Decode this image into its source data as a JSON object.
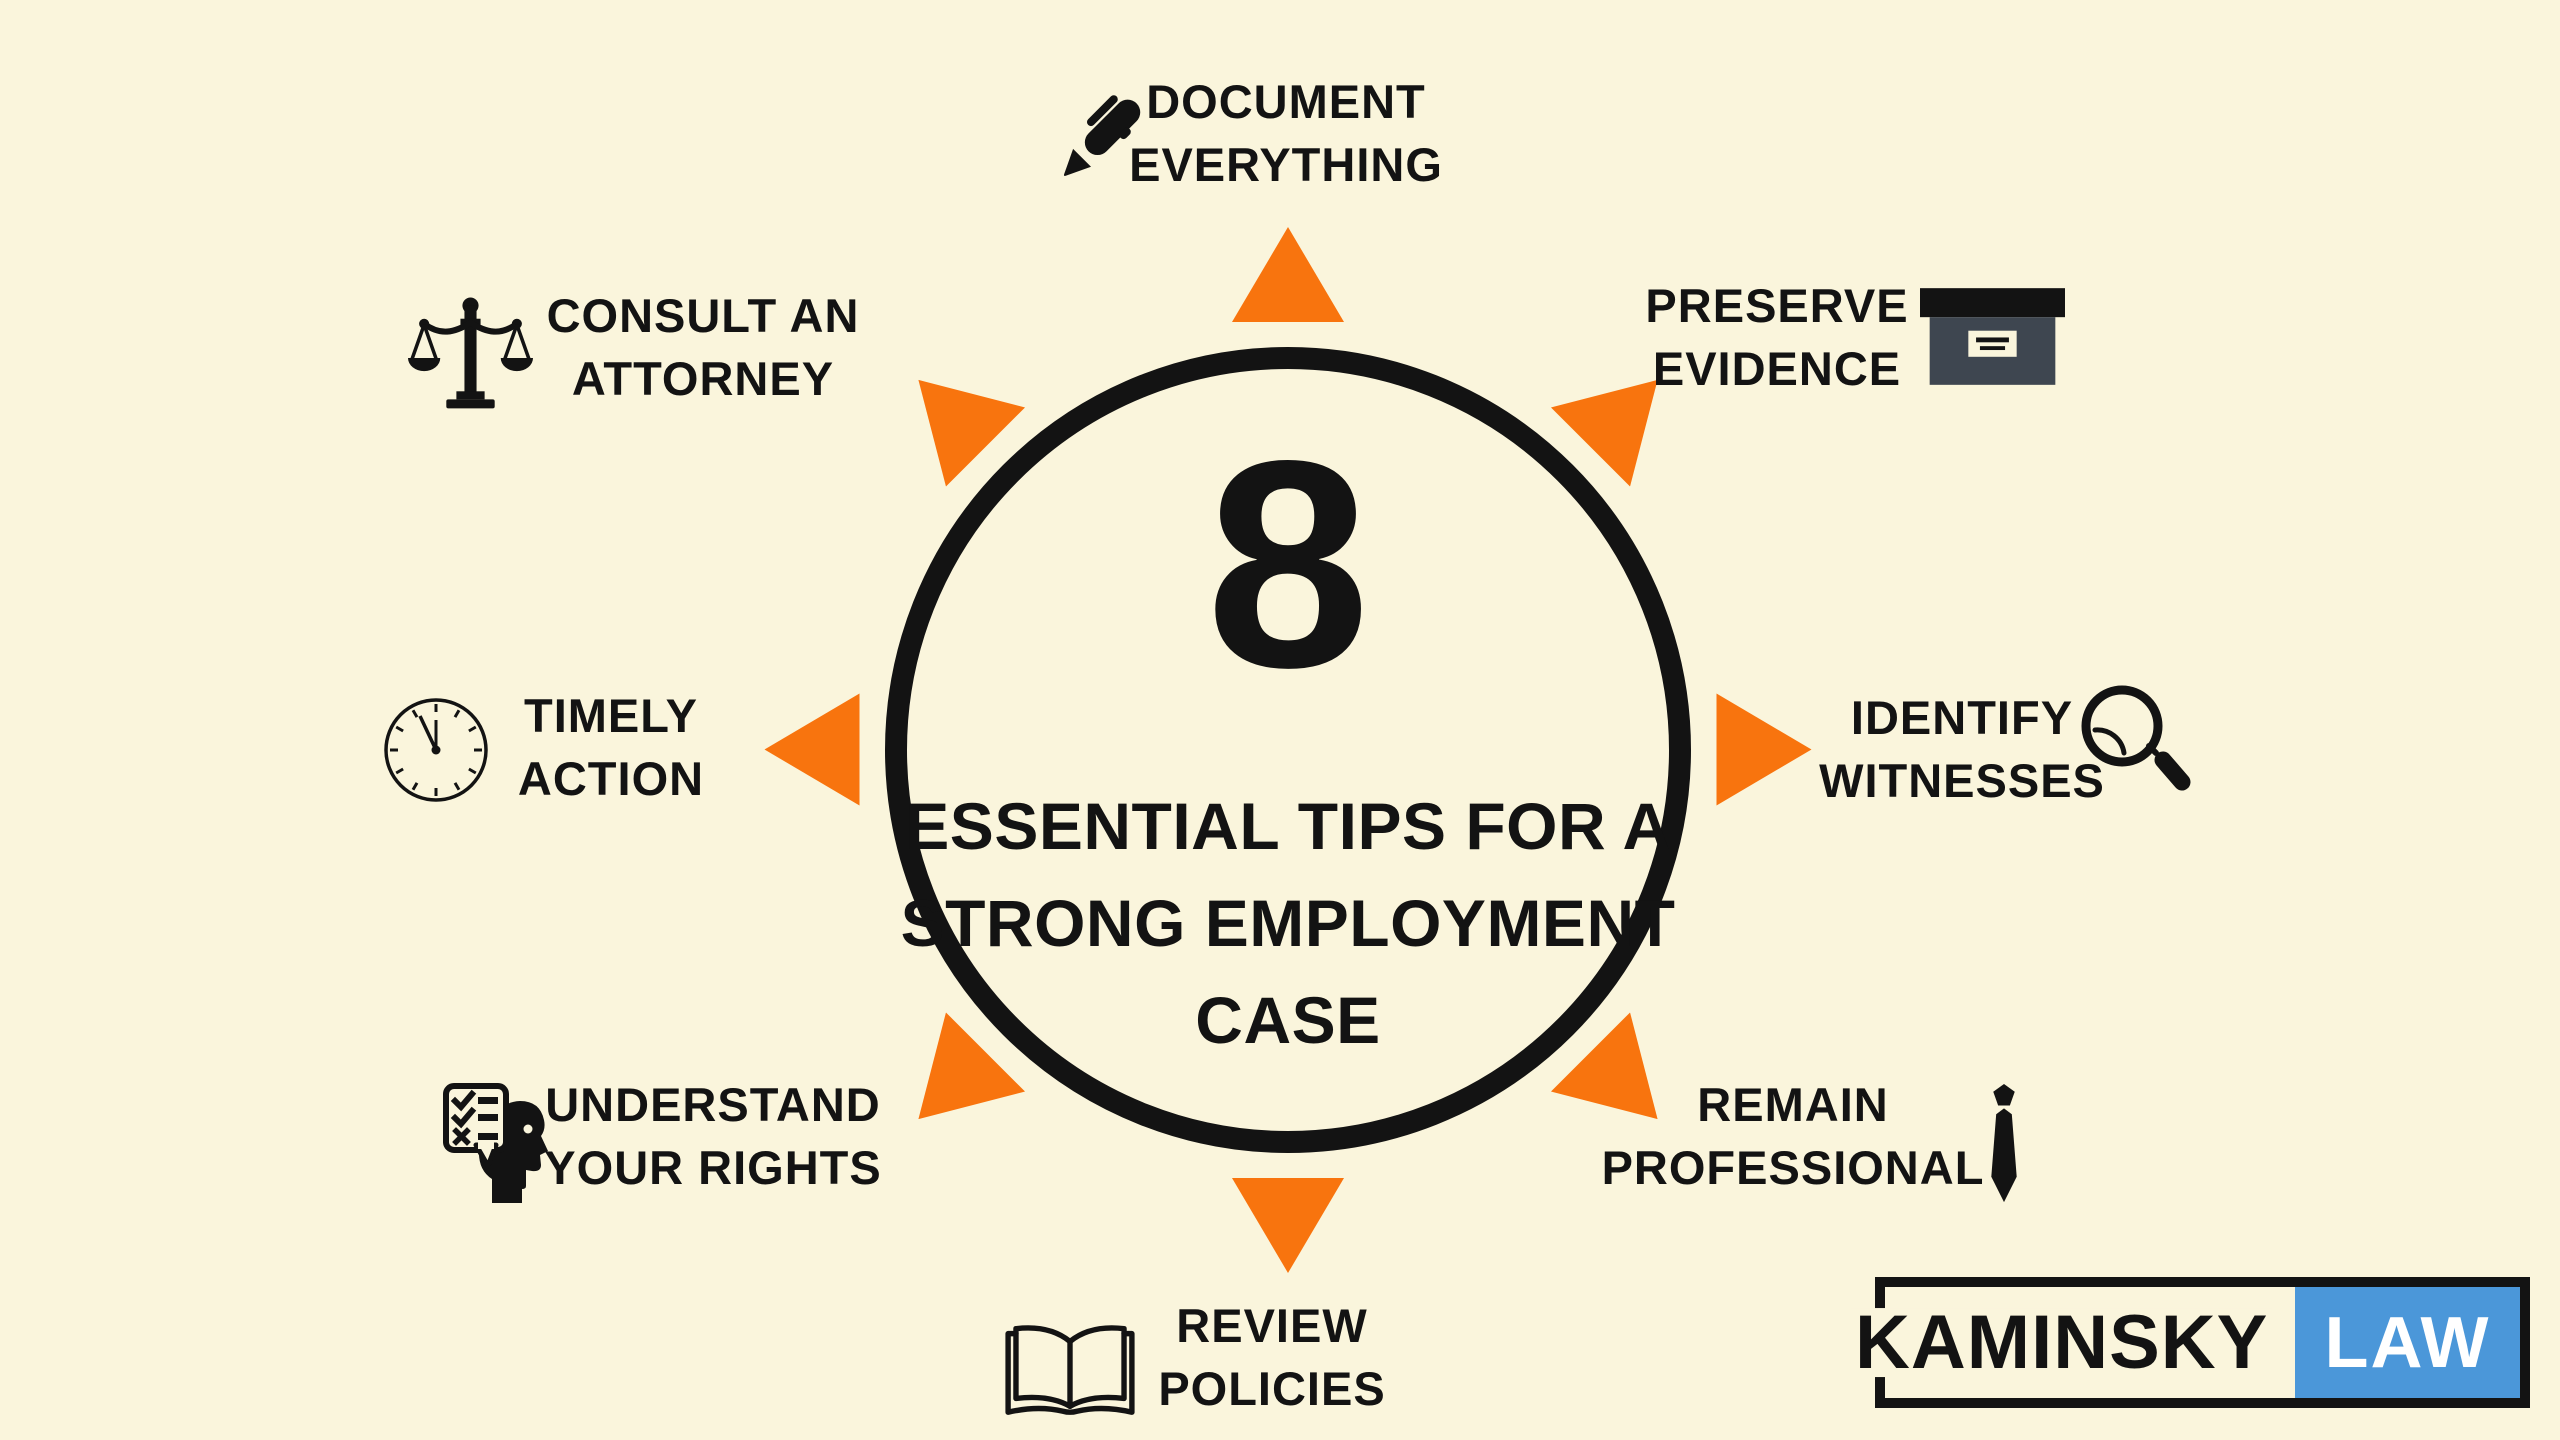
{
  "theme": {
    "bg": "#FAF5DC",
    "ink": "#131313",
    "orange": "#F8740E",
    "blue": "#4B97D9",
    "law-color": "#FFFFFF",
    "box-gray": "#3E4650"
  },
  "center": {
    "number": "8",
    "title_line1": "ESSENTIAL TIPS FOR A",
    "title_line2": "STRONG EMPLOYMENT",
    "title_line3": "CASE"
  },
  "tips": {
    "document": {
      "line1": "DOCUMENT",
      "line2": "EVERYTHING",
      "icon": "pen-icon"
    },
    "consult": {
      "line1": "CONSULT AN",
      "line2": "ATTORNEY",
      "icon": "scales-of-justice-icon"
    },
    "preserve": {
      "line1": "PRESERVE",
      "line2": "EVIDENCE",
      "icon": "evidence-box-icon"
    },
    "timely": {
      "line1": "TIMELY",
      "line2": "ACTION",
      "icon": "clock-icon"
    },
    "identify": {
      "line1": "IDENTIFY",
      "line2": "WITNESSES",
      "icon": "magnifying-glass-icon"
    },
    "understand": {
      "line1": "UNDERSTAND",
      "line2": "YOUR RIGHTS",
      "icon": "head-checklist-icon"
    },
    "remain": {
      "line1": "REMAIN",
      "line2": "PROFESSIONAL",
      "icon": "necktie-icon"
    },
    "review": {
      "line1": "REVIEW",
      "line2": "POLICIES",
      "icon": "open-book-icon"
    }
  },
  "logo": {
    "name": "KAMINSKY",
    "suffix": "LAW"
  }
}
